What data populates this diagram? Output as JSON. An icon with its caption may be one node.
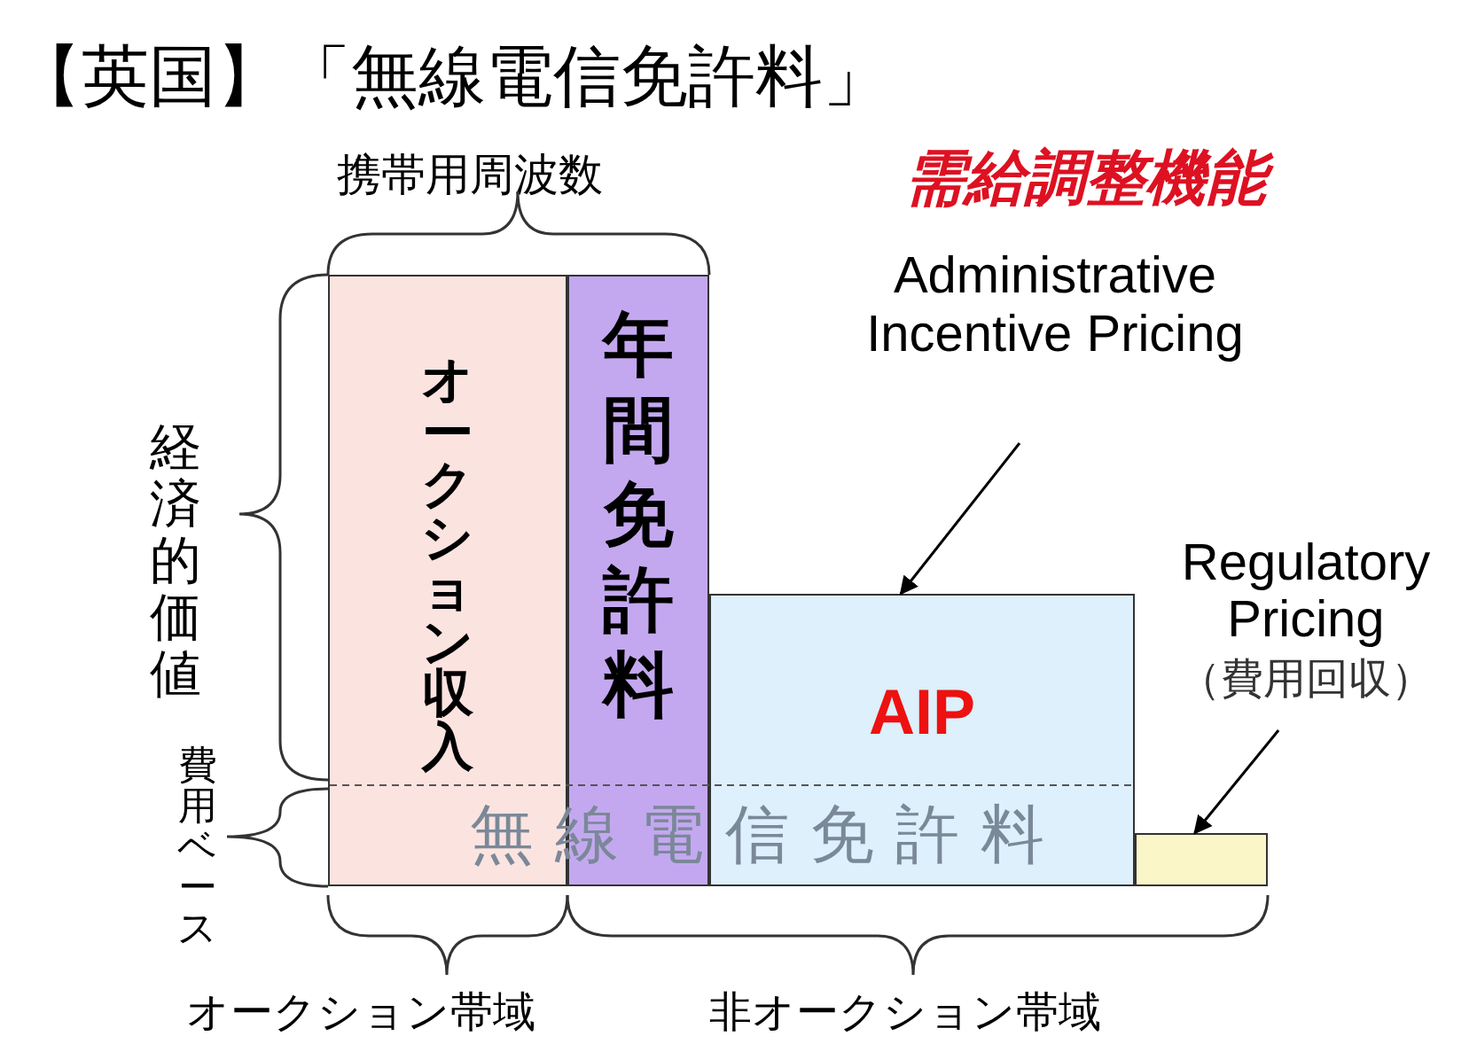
{
  "diagram": {
    "title": "【英国】「無線電信免許料」",
    "nodes": [
      {
        "text": [
          "オークション収入"
        ]
      },
      {
        "text": [
          "年間免許料"
        ]
      },
      {
        "text": [
          "AIP"
        ]
      },
      {
        "text": [],
        "shape": "box"
      },
      {
        "text": [
          "無線電信免許料"
        ]
      },
      {
        "text": [
          "Administrative Incentive Pricing"
        ]
      },
      {
        "text": [
          "Regulatory Pricing",
          "（費用回収）"
        ]
      }
    ],
    "edges": [
      {
        "from": 5,
        "to": 2,
        "arrow": "to"
      },
      {
        "from": 6,
        "to": 3,
        "arrow": "to"
      }
    ],
    "labels": [
      "携帯用周波数",
      "需給調整機能",
      "経済的価値",
      "費用ベース",
      "オークション帯域",
      "非オークション帯域"
    ]
  }
}
